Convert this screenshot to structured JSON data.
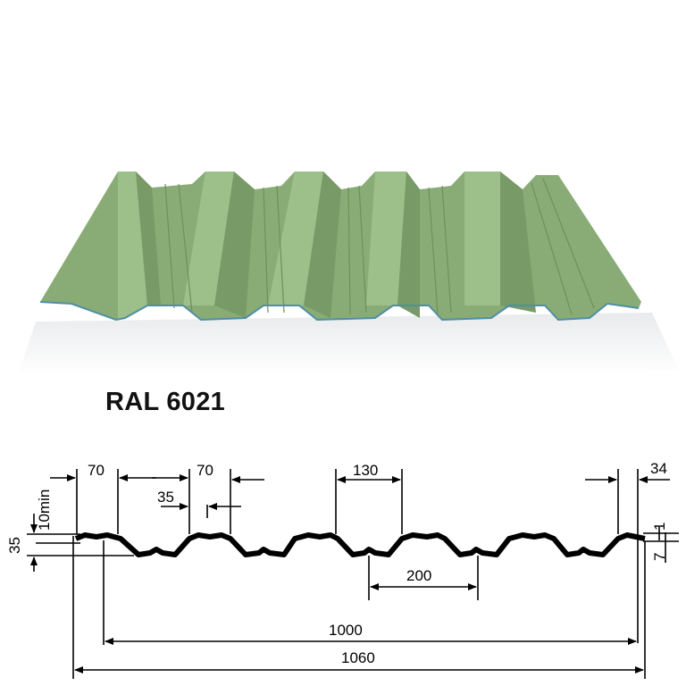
{
  "product": {
    "color_label": "RAL 6021",
    "color_hex": "#89ac76"
  },
  "profile_dimensions": {
    "top_flange_left": "70",
    "top_flange_right": "70",
    "sub_width": "35",
    "crest_width": "130",
    "valley_pitch": "200",
    "edge_overlap": "34",
    "cover_width": "1000",
    "total_width": "1060",
    "profile_height": "35",
    "min_clearance": "10min",
    "thickness": "1",
    "rib_height": "7"
  }
}
